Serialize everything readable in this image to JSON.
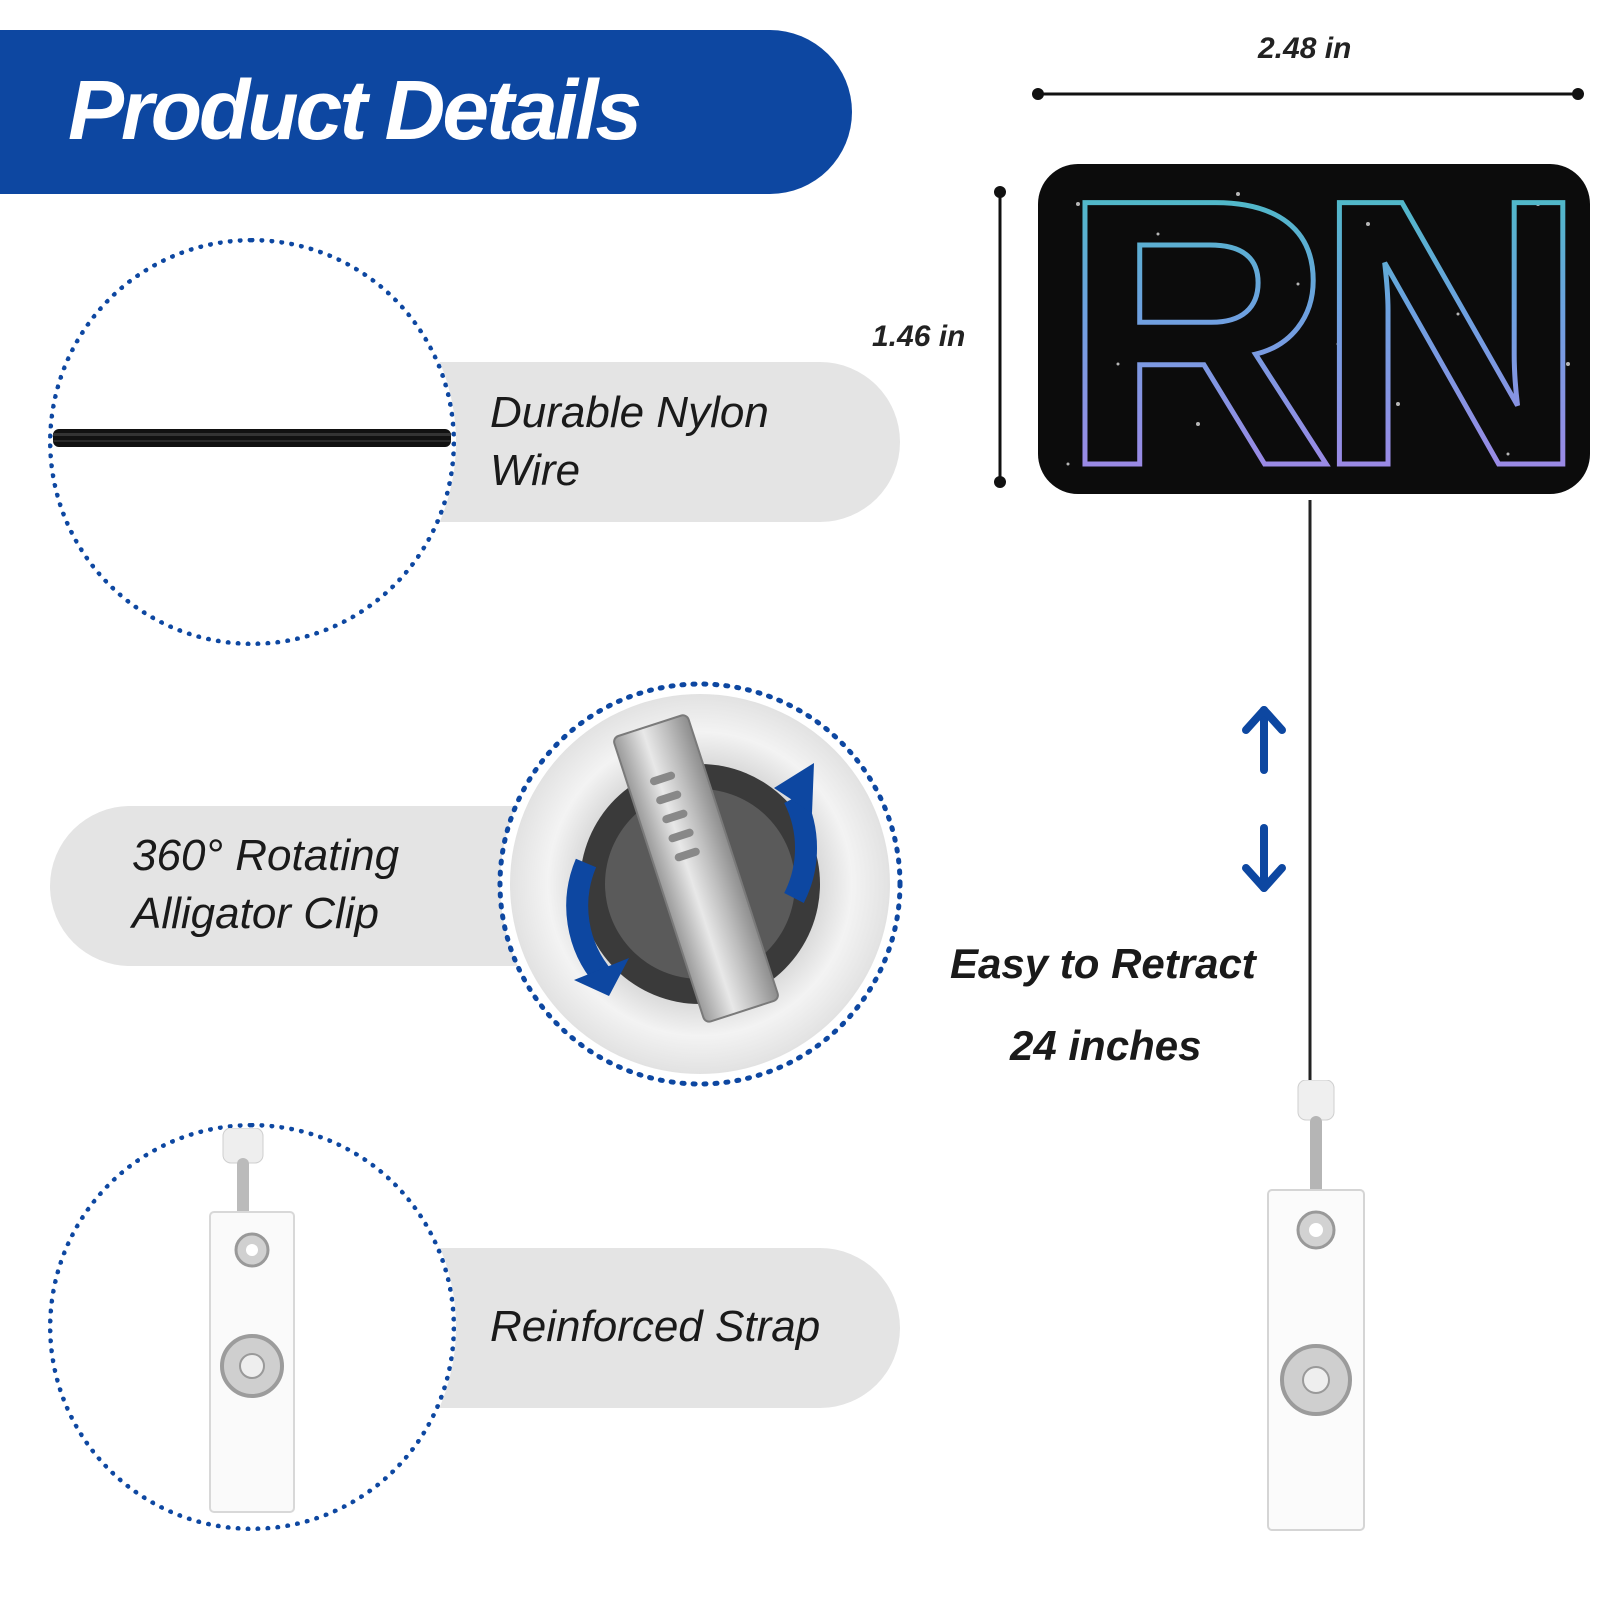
{
  "header": {
    "title": "Product Details"
  },
  "features": [
    {
      "line1": "Durable Nylon",
      "line2": "Wire"
    },
    {
      "line1": "360° Rotating",
      "line2": "Alligator Clip"
    },
    {
      "line1": "Reinforced Strap"
    }
  ],
  "dimensions": {
    "width": "2.48 in",
    "height": "1.46 in"
  },
  "badge": {
    "text": "RN"
  },
  "retract": {
    "line1": "Easy to Retract",
    "line2": "24 inches"
  },
  "colors": {
    "brand_blue": "#0d47a1",
    "pill_gray": "#e4e4e4",
    "badge_black": "#0c0c0c",
    "outline_teal": "#3cc9b8",
    "outline_purple": "#b27ee8"
  }
}
